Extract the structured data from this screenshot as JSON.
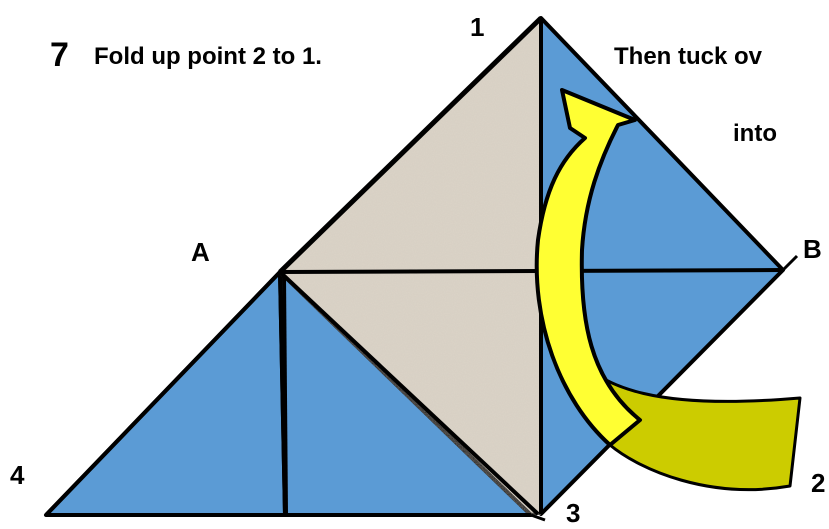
{
  "step": {
    "number": "7",
    "instruction": "Fold up point 2 to 1.",
    "continuation": "Then tuck ov",
    "continuation_2": "into"
  },
  "points": {
    "p1": "1",
    "p2": "2",
    "p3": "3",
    "p4": "4",
    "pA": "A",
    "pB": "B"
  },
  "colors": {
    "paper_blue": "#5b9bd5",
    "paper_back": "#dcd4c8",
    "arrow_fill": "#ffff33",
    "arrow_tail": "#cccc00",
    "outline": "#000000"
  }
}
